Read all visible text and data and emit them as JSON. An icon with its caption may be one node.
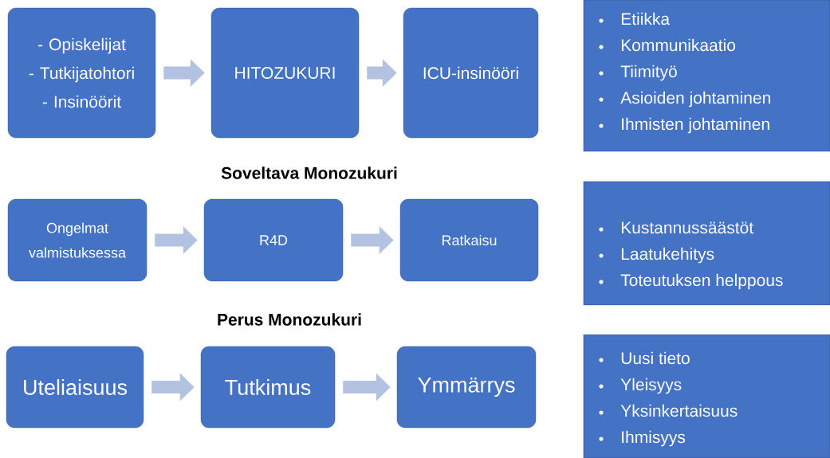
{
  "diagram": {
    "nodes": [
      {
        "text": [
          "- Opiskelijat",
          "- Tutkijatohtori",
          "- Insinöörit"
        ]
      },
      {
        "text": [
          "HITOZUKURI"
        ]
      },
      {
        "text": [
          "ICU-insinööri"
        ]
      },
      {
        "text": [
          "Ongelmat valmistuksessa"
        ]
      },
      {
        "text": [
          "R4D"
        ]
      },
      {
        "text": [
          "Ratkaisu"
        ]
      },
      {
        "text": [
          "Uteliaisuus"
        ]
      },
      {
        "text": [
          "Tutkimus"
        ]
      },
      {
        "text": [
          "Ymmärrys"
        ]
      },
      {
        "text": [
          "Etiikka",
          "Kommunikaatio",
          "Tiimityö",
          "Asioiden johtaminen",
          "Ihmisten johtaminen"
        ]
      },
      {
        "text": [
          "Kustannussäästöt",
          "Laatukehitys",
          "Toteutuksen helppous"
        ]
      },
      {
        "text": [
          "Uusi tieto",
          "Yleisyys",
          "Yksinkertaisuus",
          "Ihmisyys"
        ]
      }
    ],
    "edges": [
      {
        "from": 0,
        "to": 1,
        "arrow": "to"
      },
      {
        "from": 1,
        "to": 2,
        "arrow": "to"
      },
      {
        "from": 3,
        "to": 4,
        "arrow": "to"
      },
      {
        "from": 4,
        "to": 5,
        "arrow": "to"
      },
      {
        "from": 6,
        "to": 7,
        "arrow": "to"
      },
      {
        "from": 7,
        "to": 8,
        "arrow": "to"
      }
    ],
    "labels": [
      "Soveltava Monozukuri",
      "Perus Monozukuri"
    ]
  }
}
